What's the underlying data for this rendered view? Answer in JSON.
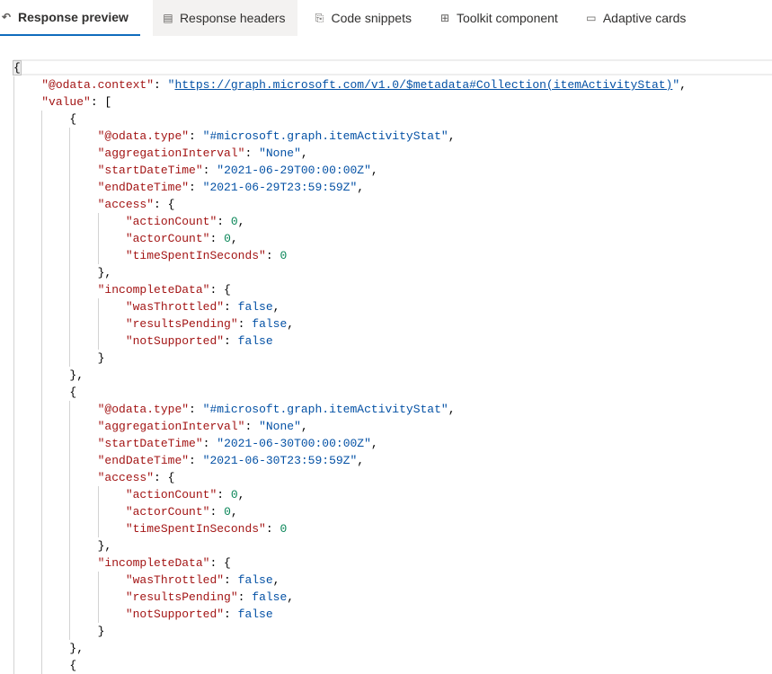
{
  "tabs": [
    {
      "label": "Response preview",
      "icon": "undo-icon",
      "glyph": "↶",
      "active": true
    },
    {
      "label": "Response headers",
      "icon": "document-icon",
      "glyph": "▤"
    },
    {
      "label": "Code snippets",
      "icon": "clipboard-code-icon",
      "glyph": "⎘"
    },
    {
      "label": "Toolkit component",
      "icon": "toolkit-icon",
      "glyph": "⊞"
    },
    {
      "label": "Adaptive cards",
      "icon": "card-icon",
      "glyph": "▭"
    }
  ],
  "colors": {
    "key": "#a31515",
    "string": "#0451a5",
    "number": "#098658",
    "accent": "#0f6cbd"
  },
  "lines": [
    [
      0,
      [
        [
          "p",
          "{"
        ]
      ]
    ],
    [
      1,
      [
        [
          "k",
          "\"@odata.context\""
        ],
        [
          "p",
          ": "
        ],
        [
          "s",
          "\""
        ],
        [
          "u",
          "https://graph.microsoft.com/v1.0/$metadata#Collection(itemActivityStat)"
        ],
        [
          "s",
          "\""
        ],
        [
          "p",
          ","
        ]
      ]
    ],
    [
      1,
      [
        [
          "k",
          "\"value\""
        ],
        [
          "p",
          ": ["
        ]
      ]
    ],
    [
      2,
      [
        [
          "p",
          "{"
        ]
      ]
    ],
    [
      3,
      [
        [
          "k",
          "\"@odata.type\""
        ],
        [
          "p",
          ": "
        ],
        [
          "s",
          "\"#microsoft.graph.itemActivityStat\""
        ],
        [
          "p",
          ","
        ]
      ]
    ],
    [
      3,
      [
        [
          "k",
          "\"aggregationInterval\""
        ],
        [
          "p",
          ": "
        ],
        [
          "s",
          "\"None\""
        ],
        [
          "p",
          ","
        ]
      ]
    ],
    [
      3,
      [
        [
          "k",
          "\"startDateTime\""
        ],
        [
          "p",
          ": "
        ],
        [
          "s",
          "\"2021-06-29T00:00:00Z\""
        ],
        [
          "p",
          ","
        ]
      ]
    ],
    [
      3,
      [
        [
          "k",
          "\"endDateTime\""
        ],
        [
          "p",
          ": "
        ],
        [
          "s",
          "\"2021-06-29T23:59:59Z\""
        ],
        [
          "p",
          ","
        ]
      ]
    ],
    [
      3,
      [
        [
          "k",
          "\"access\""
        ],
        [
          "p",
          ": {"
        ]
      ]
    ],
    [
      4,
      [
        [
          "k",
          "\"actionCount\""
        ],
        [
          "p",
          ": "
        ],
        [
          "n",
          "0"
        ],
        [
          "p",
          ","
        ]
      ]
    ],
    [
      4,
      [
        [
          "k",
          "\"actorCount\""
        ],
        [
          "p",
          ": "
        ],
        [
          "n",
          "0"
        ],
        [
          "p",
          ","
        ]
      ]
    ],
    [
      4,
      [
        [
          "k",
          "\"timeSpentInSeconds\""
        ],
        [
          "p",
          ": "
        ],
        [
          "n",
          "0"
        ]
      ]
    ],
    [
      3,
      [
        [
          "p",
          "},"
        ]
      ]
    ],
    [
      3,
      [
        [
          "k",
          "\"incompleteData\""
        ],
        [
          "p",
          ": {"
        ]
      ]
    ],
    [
      4,
      [
        [
          "k",
          "\"wasThrottled\""
        ],
        [
          "p",
          ": "
        ],
        [
          "b",
          "false"
        ],
        [
          "p",
          ","
        ]
      ]
    ],
    [
      4,
      [
        [
          "k",
          "\"resultsPending\""
        ],
        [
          "p",
          ": "
        ],
        [
          "b",
          "false"
        ],
        [
          "p",
          ","
        ]
      ]
    ],
    [
      4,
      [
        [
          "k",
          "\"notSupported\""
        ],
        [
          "p",
          ": "
        ],
        [
          "b",
          "false"
        ]
      ]
    ],
    [
      3,
      [
        [
          "p",
          "}"
        ]
      ]
    ],
    [
      2,
      [
        [
          "p",
          "},"
        ]
      ]
    ],
    [
      2,
      [
        [
          "p",
          "{"
        ]
      ]
    ],
    [
      3,
      [
        [
          "k",
          "\"@odata.type\""
        ],
        [
          "p",
          ": "
        ],
        [
          "s",
          "\"#microsoft.graph.itemActivityStat\""
        ],
        [
          "p",
          ","
        ]
      ]
    ],
    [
      3,
      [
        [
          "k",
          "\"aggregationInterval\""
        ],
        [
          "p",
          ": "
        ],
        [
          "s",
          "\"None\""
        ],
        [
          "p",
          ","
        ]
      ]
    ],
    [
      3,
      [
        [
          "k",
          "\"startDateTime\""
        ],
        [
          "p",
          ": "
        ],
        [
          "s",
          "\"2021-06-30T00:00:00Z\""
        ],
        [
          "p",
          ","
        ]
      ]
    ],
    [
      3,
      [
        [
          "k",
          "\"endDateTime\""
        ],
        [
          "p",
          ": "
        ],
        [
          "s",
          "\"2021-06-30T23:59:59Z\""
        ],
        [
          "p",
          ","
        ]
      ]
    ],
    [
      3,
      [
        [
          "k",
          "\"access\""
        ],
        [
          "p",
          ": {"
        ]
      ]
    ],
    [
      4,
      [
        [
          "k",
          "\"actionCount\""
        ],
        [
          "p",
          ": "
        ],
        [
          "n",
          "0"
        ],
        [
          "p",
          ","
        ]
      ]
    ],
    [
      4,
      [
        [
          "k",
          "\"actorCount\""
        ],
        [
          "p",
          ": "
        ],
        [
          "n",
          "0"
        ],
        [
          "p",
          ","
        ]
      ]
    ],
    [
      4,
      [
        [
          "k",
          "\"timeSpentInSeconds\""
        ],
        [
          "p",
          ": "
        ],
        [
          "n",
          "0"
        ]
      ]
    ],
    [
      3,
      [
        [
          "p",
          "},"
        ]
      ]
    ],
    [
      3,
      [
        [
          "k",
          "\"incompleteData\""
        ],
        [
          "p",
          ": {"
        ]
      ]
    ],
    [
      4,
      [
        [
          "k",
          "\"wasThrottled\""
        ],
        [
          "p",
          ": "
        ],
        [
          "b",
          "false"
        ],
        [
          "p",
          ","
        ]
      ]
    ],
    [
      4,
      [
        [
          "k",
          "\"resultsPending\""
        ],
        [
          "p",
          ": "
        ],
        [
          "b",
          "false"
        ],
        [
          "p",
          ","
        ]
      ]
    ],
    [
      4,
      [
        [
          "k",
          "\"notSupported\""
        ],
        [
          "p",
          ": "
        ],
        [
          "b",
          "false"
        ]
      ]
    ],
    [
      3,
      [
        [
          "p",
          "}"
        ]
      ]
    ],
    [
      2,
      [
        [
          "p",
          "},"
        ]
      ]
    ],
    [
      2,
      [
        [
          "p",
          "{"
        ]
      ]
    ]
  ]
}
